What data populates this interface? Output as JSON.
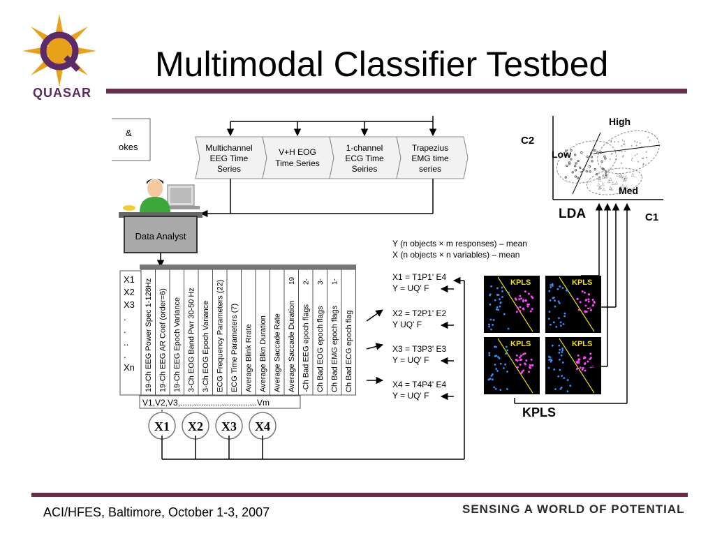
{
  "slide": {
    "title": "Multimodal Classifier Testbed",
    "footer_left": "ACI/HFES, Baltimore, October 1-3, 2007",
    "footer_right": "SENSING A WORLD OF POTENTIAL",
    "logo_text": "QUASAR"
  },
  "diagram": {
    "partial_box": [
      "&",
      "okes"
    ],
    "source_boxes": [
      [
        "Multichannel",
        "EEG Time",
        "Series"
      ],
      [
        "V+H EOG",
        "Time Series"
      ],
      [
        "1-channel",
        "ECG Time",
        "Seiries"
      ],
      [
        "Trapezius",
        "EMG time",
        "series"
      ]
    ],
    "analyst_label": "Data Analyst",
    "row_labels": [
      "X1",
      "X2",
      "X3",
      ".",
      ".",
      "..",
      ".",
      "Xn"
    ],
    "feature_columns": [
      "19-Ch EEG Power Spec 1-128Hz",
      "19-Ch EEG AR Coef (order=6)",
      "19-Ch EEG Epoch Variance",
      "3-Ch  EOG Band Pwr 30-50 Hz",
      "3-Ch EOG Epoch Variance",
      "ECG Frequency Parameters (22)",
      "ECG Time Parameters (7)",
      "Average Blink Rrate",
      "Average Blkn Duration",
      "Average Saccade Rate",
      "Average Saccade Duration",
      "-Ch Bad EEG epoch flags",
      "Ch Bad EOG epoch flags",
      "Ch Bad EMG epoch flags",
      "Ch Bad ECG epoch flag"
    ],
    "feature_tops": [
      "19",
      "2-",
      "3-",
      "1-"
    ],
    "variables_label": "V1,V2,V3,.................................Vm",
    "x_circles": [
      "X1",
      "X2",
      "X3",
      "X4"
    ],
    "legend_lines": [
      "Y (n objects × m responses) – mean",
      "X (n objects × n variables) – mean"
    ],
    "equations": [
      [
        "X1 = T1P1' E4",
        "Y = UQ' F"
      ],
      [
        "X2 = T2P1' E2",
        "Y  UQ' F"
      ],
      [
        "X3 = T3P3' E3",
        "Y = UQ' F"
      ],
      [
        "X4 = T4P4' E4",
        "Y = UQ' F"
      ]
    ],
    "kpls_tile_label": "KPLS",
    "kpls_label": "KPLS",
    "lda_label": "LDA",
    "c1_label": "C1",
    "c2_label": "C2",
    "scatter_labels": {
      "high": "High",
      "low": "Low",
      "med": "Med"
    }
  }
}
